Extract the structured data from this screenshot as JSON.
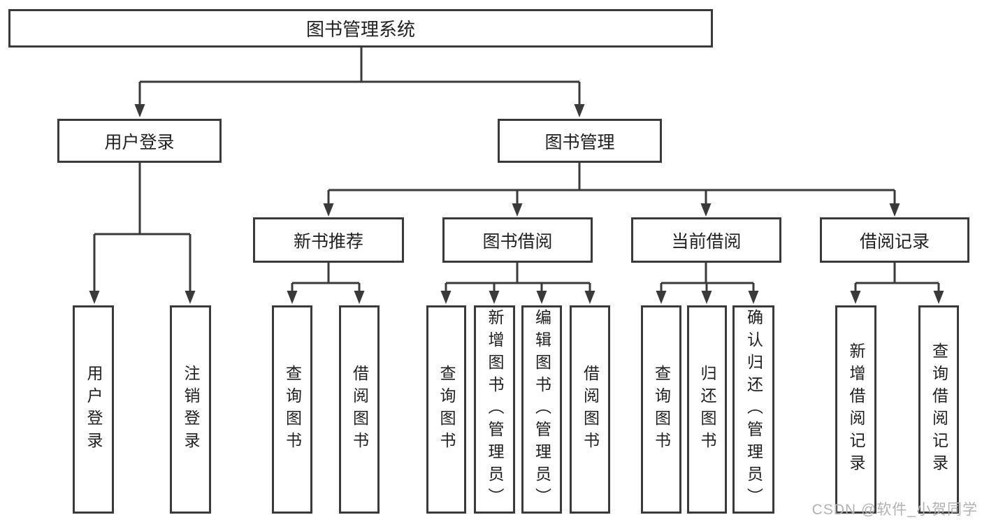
{
  "colors": {
    "line": "#3a3a3a",
    "text": "#1f1f1f",
    "box_fill": "#ffffff",
    "background": "#ffffff",
    "watermark": "#b2b2b2"
  },
  "watermark": "CSDN @软件_小贺同学",
  "tree": {
    "label": "图书管理系统",
    "children": [
      {
        "label": "用户登录",
        "children": [
          {
            "label": "用户登录"
          },
          {
            "label": "注销登录"
          }
        ]
      },
      {
        "label": "图书管理",
        "children": [
          {
            "label": "新书推荐",
            "children": [
              {
                "label": "查询图书"
              },
              {
                "label": "借阅图书"
              }
            ]
          },
          {
            "label": "图书借阅",
            "children": [
              {
                "label": "查询图书"
              },
              {
                "label": "新增图书（管理员）"
              },
              {
                "label": "编辑图书（管理员）"
              },
              {
                "label": "借阅图书"
              }
            ]
          },
          {
            "label": "当前借阅",
            "children": [
              {
                "label": "查询图书"
              },
              {
                "label": "归还图书"
              },
              {
                "label": "确认归还（管理员）"
              }
            ]
          },
          {
            "label": "借阅记录",
            "children": [
              {
                "label": "新增借阅记录"
              },
              {
                "label": "查询借阅记录"
              }
            ]
          }
        ]
      }
    ]
  }
}
